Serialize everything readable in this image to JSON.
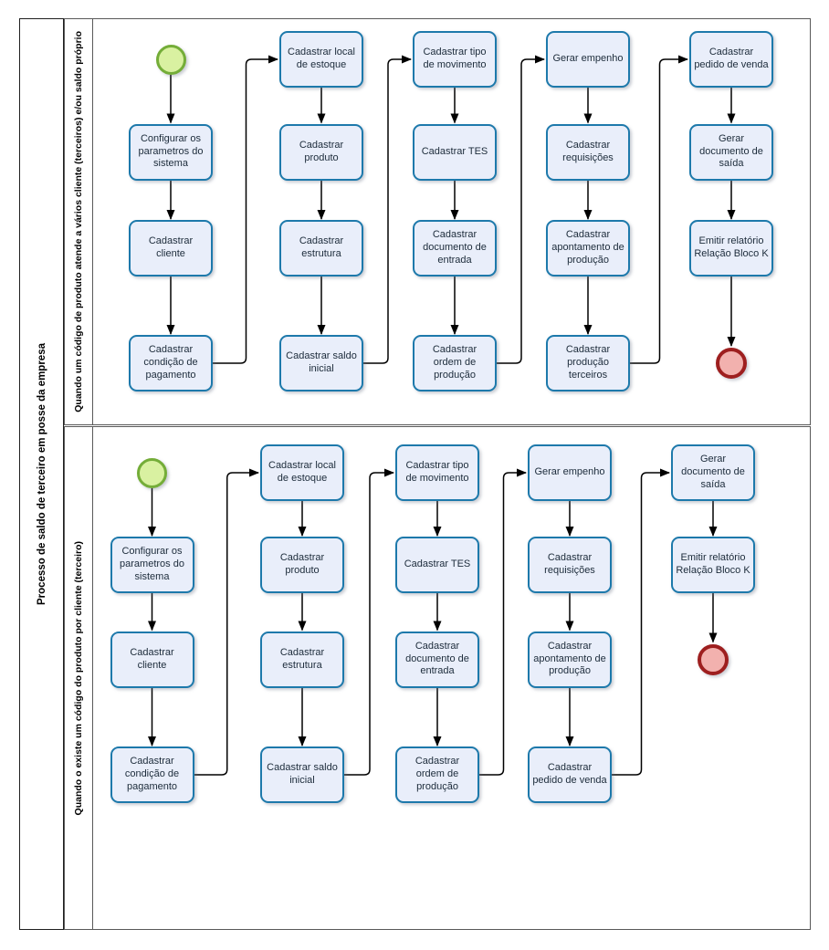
{
  "pool": {
    "title": "Processo de saldo de terceiro em posse da empresa"
  },
  "lanes": [
    {
      "title": "Quando um código de produto atende a vários cliente (terceiros) e/ou saldo próprio",
      "columns": [
        {
          "nodes": [
            {
              "type": "start"
            },
            {
              "type": "task",
              "label": "Configurar os parametros do sistema"
            },
            {
              "type": "task",
              "label": "Cadastrar cliente"
            },
            {
              "type": "task",
              "label": "Cadastrar condição de pagamento"
            }
          ]
        },
        {
          "nodes": [
            {
              "type": "task",
              "label": "Cadastrar local de estoque"
            },
            {
              "type": "task",
              "label": "Cadastrar produto"
            },
            {
              "type": "task",
              "label": "Cadastrar estrutura"
            },
            {
              "type": "task",
              "label": "Cadastrar saldo inicial"
            }
          ]
        },
        {
          "nodes": [
            {
              "type": "task",
              "label": "Cadastrar tipo de movimento"
            },
            {
              "type": "task",
              "label": "Cadastrar TES"
            },
            {
              "type": "task",
              "label": "Cadastrar documento de entrada"
            },
            {
              "type": "task",
              "label": "Cadastrar ordem de produção"
            }
          ]
        },
        {
          "nodes": [
            {
              "type": "task",
              "label": "Gerar empenho"
            },
            {
              "type": "task",
              "label": "Cadastrar requisições"
            },
            {
              "type": "task",
              "label": "Cadastrar apontamento de produção"
            },
            {
              "type": "task",
              "label": "Cadastrar produção terceiros"
            }
          ]
        },
        {
          "nodes": [
            {
              "type": "task",
              "label": "Cadastrar pedido de venda"
            },
            {
              "type": "task",
              "label": "Gerar documento de saída"
            },
            {
              "type": "task",
              "label": "Emitir relatório Relação Bloco K"
            },
            {
              "type": "end"
            }
          ]
        }
      ]
    },
    {
      "title": "Quando o existe um código do produto por cliente (terceiro)",
      "columns": [
        {
          "nodes": [
            {
              "type": "start"
            },
            {
              "type": "task",
              "label": "Configurar os parametros do sistema"
            },
            {
              "type": "task",
              "label": "Cadastrar cliente"
            },
            {
              "type": "task",
              "label": "Cadastrar condição de pagamento"
            }
          ]
        },
        {
          "nodes": [
            {
              "type": "task",
              "label": "Cadastrar local de estoque"
            },
            {
              "type": "task",
              "label": "Cadastrar produto"
            },
            {
              "type": "task",
              "label": "Cadastrar estrutura"
            },
            {
              "type": "task",
              "label": "Cadastrar saldo inicial"
            }
          ]
        },
        {
          "nodes": [
            {
              "type": "task",
              "label": "Cadastrar tipo de movimento"
            },
            {
              "type": "task",
              "label": "Cadastrar TES"
            },
            {
              "type": "task",
              "label": "Cadastrar documento de entrada"
            },
            {
              "type": "task",
              "label": "Cadastrar ordem de produção"
            }
          ]
        },
        {
          "nodes": [
            {
              "type": "task",
              "label": "Gerar empenho"
            },
            {
              "type": "task",
              "label": "Cadastrar requisições"
            },
            {
              "type": "task",
              "label": "Cadastrar apontamento de produção"
            },
            {
              "type": "task",
              "label": "Cadastrar pedido de venda"
            }
          ]
        },
        {
          "nodes": [
            {
              "type": "task",
              "label": "Gerar documento de saída"
            },
            {
              "type": "task",
              "label": "Emitir relatório Relação Bloco K"
            },
            {
              "type": "end"
            }
          ]
        }
      ]
    }
  ],
  "colors": {
    "task_fill": "#e9eefa",
    "task_border": "#1d79ab",
    "start_fill": "#d9f1a1",
    "start_border": "#74ad38",
    "end_fill": "#f2b1ae",
    "end_border": "#9e1f1f",
    "connector": "#000000"
  }
}
